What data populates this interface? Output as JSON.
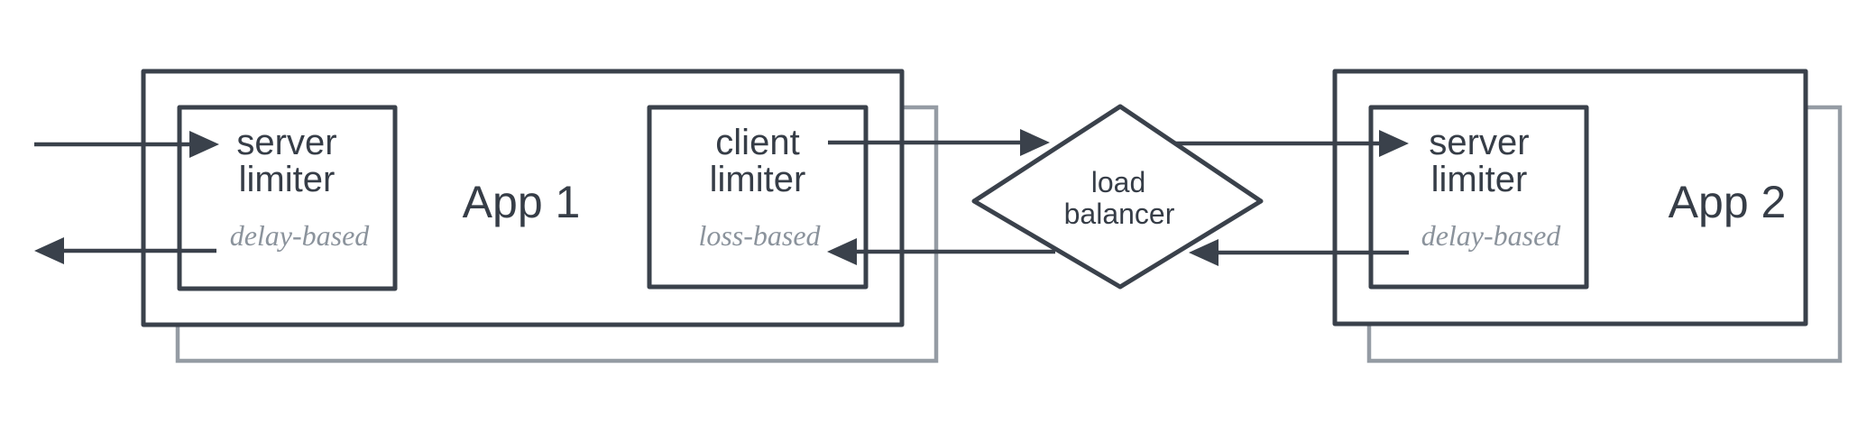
{
  "colors": {
    "background": "#ffffff",
    "stroke_dark": "#3a414b",
    "text_dark": "#363d47",
    "shadow_gray": "#959ca4",
    "annotation_gray": "#8b939c"
  },
  "nodes": {
    "app1": {
      "label": "App 1"
    },
    "app1_server_limiter": {
      "line1": "server",
      "line2": "limiter",
      "annotation": "delay-based"
    },
    "app1_client_limiter": {
      "line1": "client",
      "line2": "limiter",
      "annotation": "loss-based"
    },
    "load_balancer": {
      "line1": "load",
      "line2": "balancer"
    },
    "app2": {
      "label": "App 2"
    },
    "app2_server_limiter": {
      "line1": "server",
      "line2": "limiter",
      "annotation": "delay-based"
    }
  }
}
